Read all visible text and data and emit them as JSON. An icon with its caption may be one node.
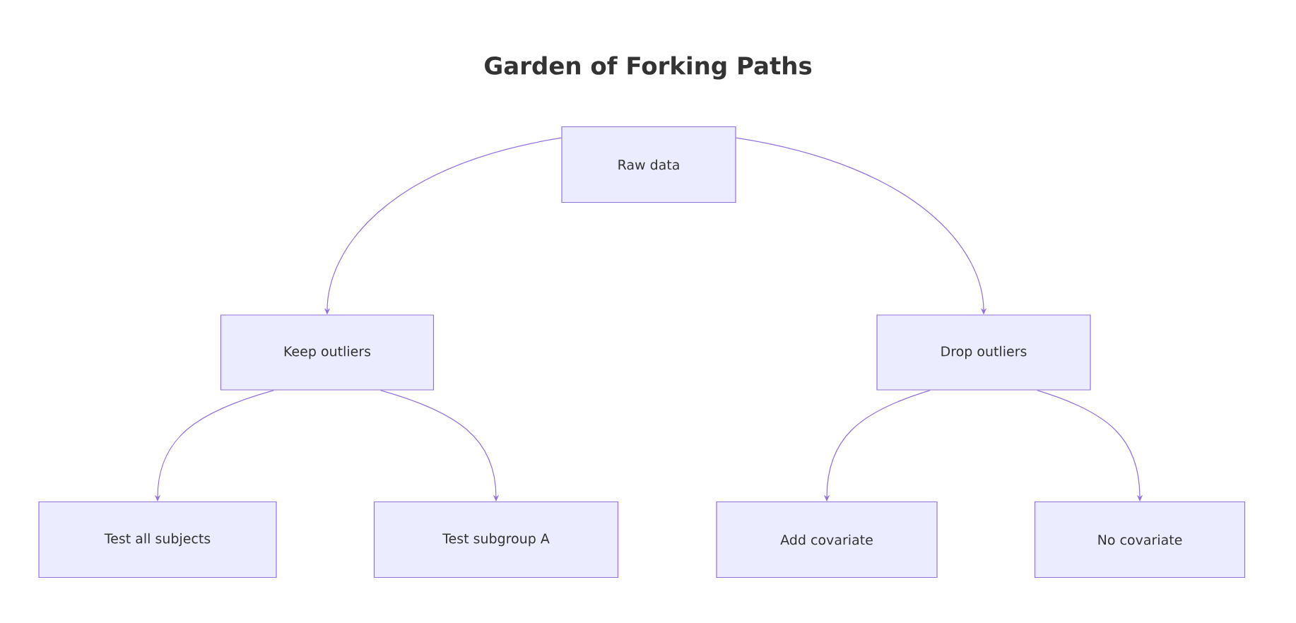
{
  "diagram": {
    "title": "Garden of Forking Paths",
    "nodes": [
      {
        "text": [
          "Raw data"
        ]
      },
      {
        "text": [
          "Keep outliers"
        ]
      },
      {
        "text": [
          "Drop outliers"
        ]
      },
      {
        "text": [
          "Test all subjects"
        ]
      },
      {
        "text": [
          "Test subgroup A"
        ]
      },
      {
        "text": [
          "Add covariate"
        ]
      },
      {
        "text": [
          "No covariate"
        ]
      }
    ],
    "edges": [
      {
        "from": 0,
        "to": 1,
        "arrow": "to"
      },
      {
        "from": 0,
        "to": 2,
        "arrow": "to"
      },
      {
        "from": 1,
        "to": 3,
        "arrow": "to"
      },
      {
        "from": 1,
        "to": 4,
        "arrow": "to"
      },
      {
        "from": 2,
        "to": 5,
        "arrow": "to"
      },
      {
        "from": 2,
        "to": 6,
        "arrow": "to"
      }
    ]
  }
}
